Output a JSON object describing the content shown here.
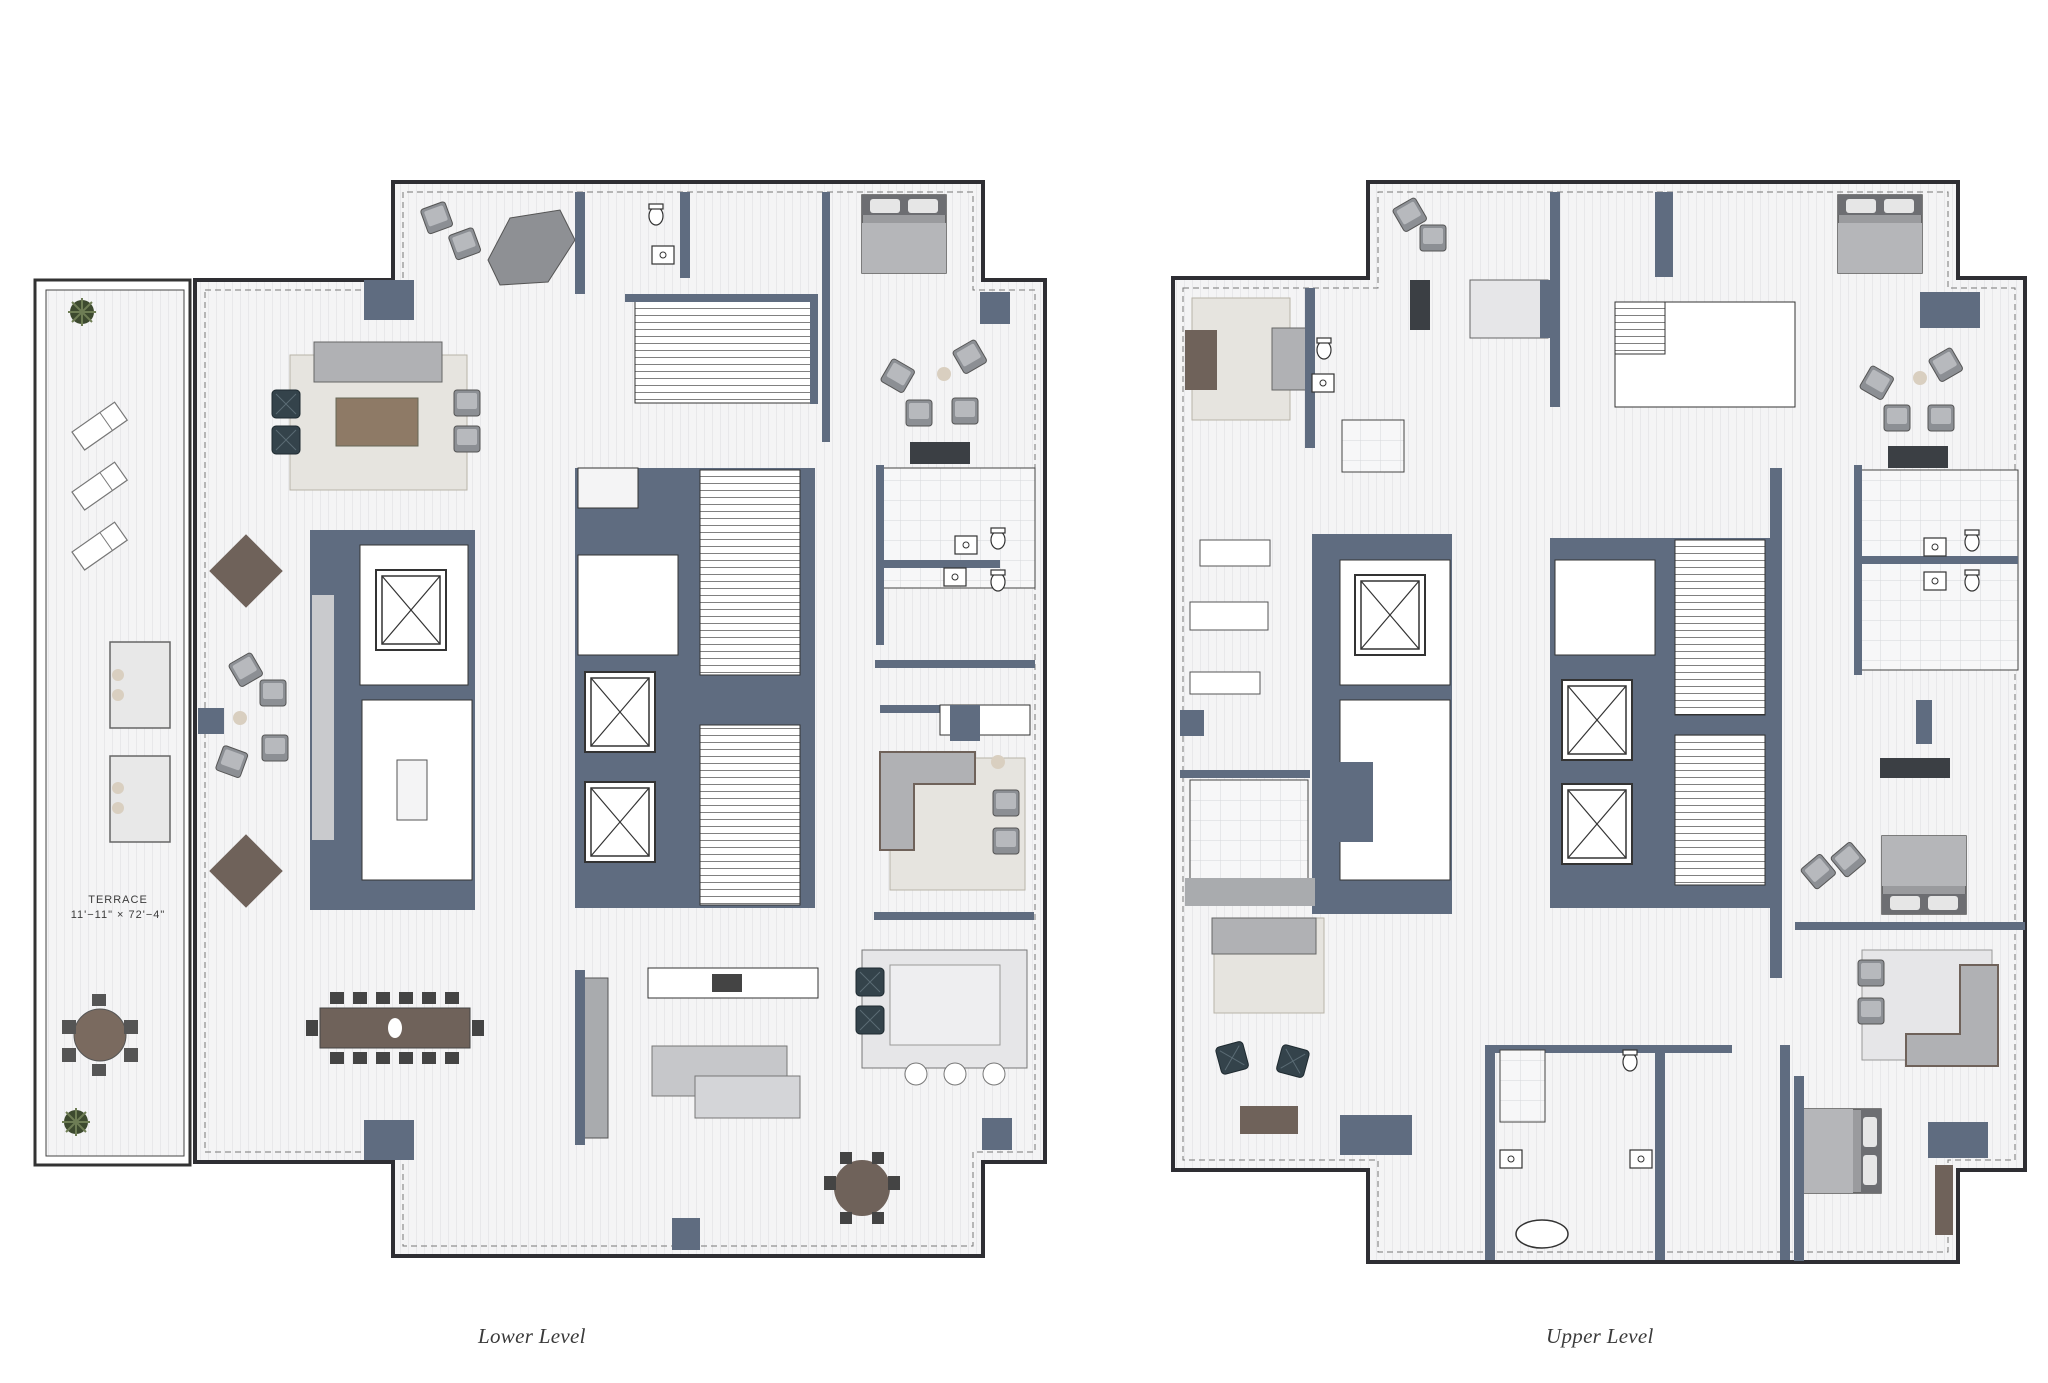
{
  "levels": {
    "lower": {
      "caption": "Lower Level"
    },
    "upper": {
      "caption": "Upper Level"
    }
  },
  "terrace": {
    "name": "TERRACE",
    "dimensions": "11'−11\" × 72'−4\""
  },
  "colors": {
    "wall": "#5f6c80",
    "outline": "#2e2e33",
    "floor": "#f2f2f3",
    "floor_line": "#dedfe2",
    "rug": "#e6e4df",
    "wood": "#7a6a5f",
    "gray_furniture": "#a9abae",
    "dark_chair": "#34434b"
  }
}
